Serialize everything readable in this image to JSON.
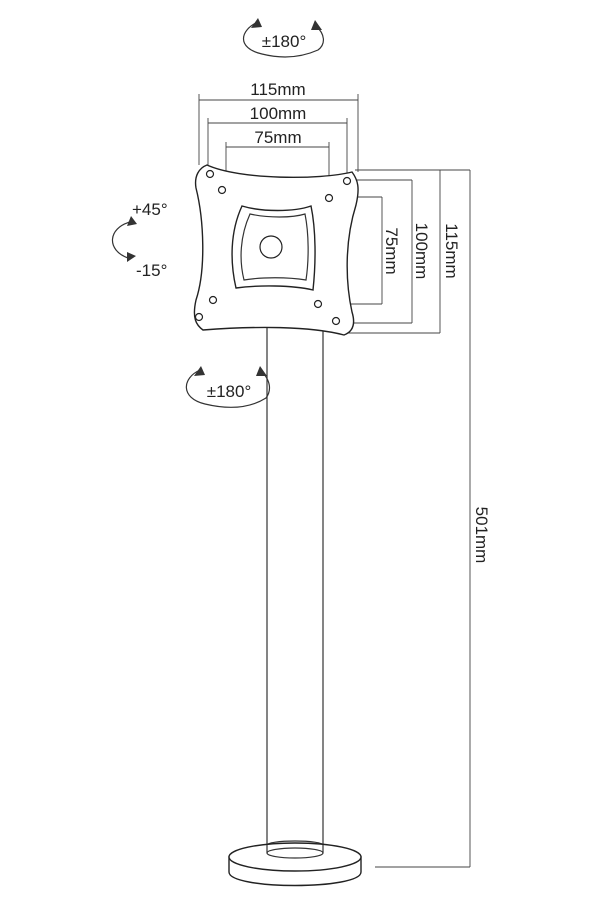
{
  "labels": {
    "top_rotation": "±180°",
    "mid_rotation": "±180°",
    "tilt_up": "+45°",
    "tilt_down": "-15°",
    "width_115": "115mm",
    "width_100": "100mm",
    "width_75": "75mm",
    "height_75": "75mm",
    "height_100": "100mm",
    "height_115": "115mm",
    "height_501": "501mm"
  },
  "colors": {
    "line": "#333333",
    "background": "#ffffff"
  }
}
